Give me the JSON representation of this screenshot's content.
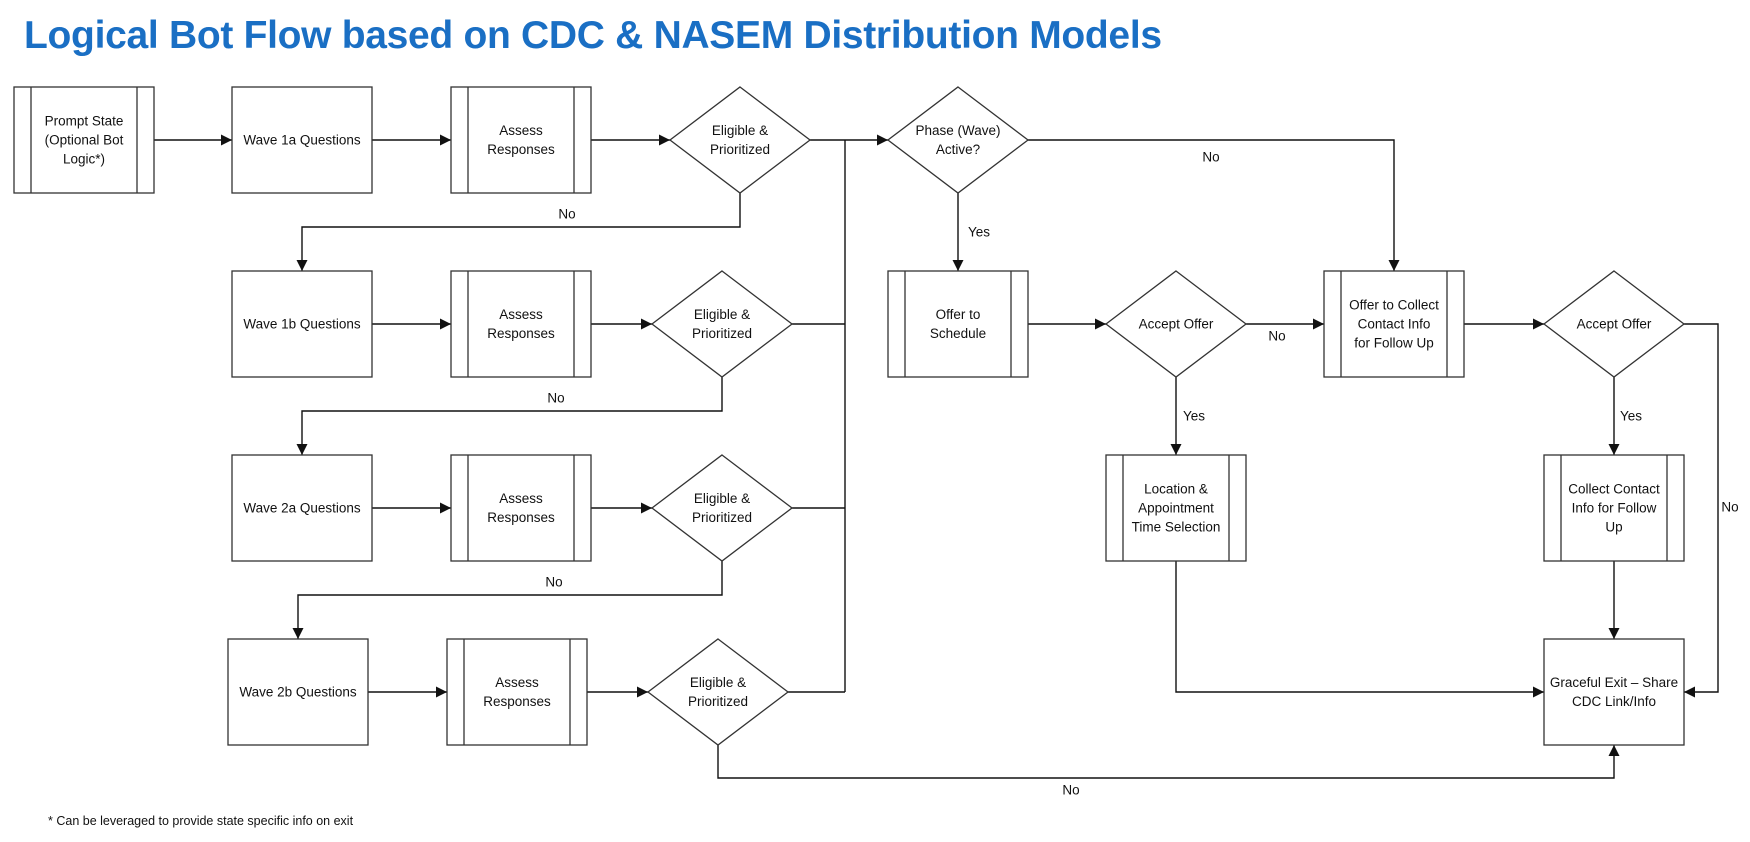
{
  "title": "Logical Bot Flow based on CDC & NASEM Distribution Models",
  "footnote": "* Can be leveraged to provide state specific info on exit",
  "nodes": {
    "prompt_state": [
      "Prompt State",
      "(Optional Bot",
      "Logic*)"
    ],
    "wave_1a": [
      "Wave 1a Questions"
    ],
    "assess_1a": [
      "Assess",
      "Responses"
    ],
    "elig_1a": [
      "Eligible &",
      "Prioritized"
    ],
    "wave_1b": [
      "Wave 1b Questions"
    ],
    "assess_1b": [
      "Assess",
      "Responses"
    ],
    "elig_1b": [
      "Eligible &",
      "Prioritized"
    ],
    "wave_2a": [
      "Wave 2a Questions"
    ],
    "assess_2a": [
      "Assess",
      "Responses"
    ],
    "elig_2a": [
      "Eligible &",
      "Prioritized"
    ],
    "wave_2b": [
      "Wave 2b Questions"
    ],
    "assess_2b": [
      "Assess",
      "Responses"
    ],
    "elig_2b": [
      "Eligible &",
      "Prioritized"
    ],
    "phase_active": [
      "Phase (Wave)",
      "Active?"
    ],
    "offer_schedule": [
      "Offer to",
      "Schedule"
    ],
    "accept_offer_1": [
      "Accept Offer"
    ],
    "location_appt": [
      "Location &",
      "Appointment",
      "Time Selection"
    ],
    "offer_contact": [
      "Offer to Collect",
      "Contact Info",
      "for Follow Up"
    ],
    "accept_offer_2": [
      "Accept Offer"
    ],
    "collect_contact": [
      "Collect Contact",
      "Info for Follow",
      "Up"
    ],
    "graceful_exit": [
      "Graceful Exit – Share",
      "CDC Link/Info"
    ]
  },
  "edge_labels": {
    "no_1a": "No",
    "no_1b": "No",
    "no_2a": "No",
    "no_2b": "No",
    "no_phase": "No",
    "yes_phase": "Yes",
    "no_accept_1": "No",
    "yes_accept_1": "Yes",
    "yes_accept_2": "Yes",
    "no_accept_2": "No"
  }
}
